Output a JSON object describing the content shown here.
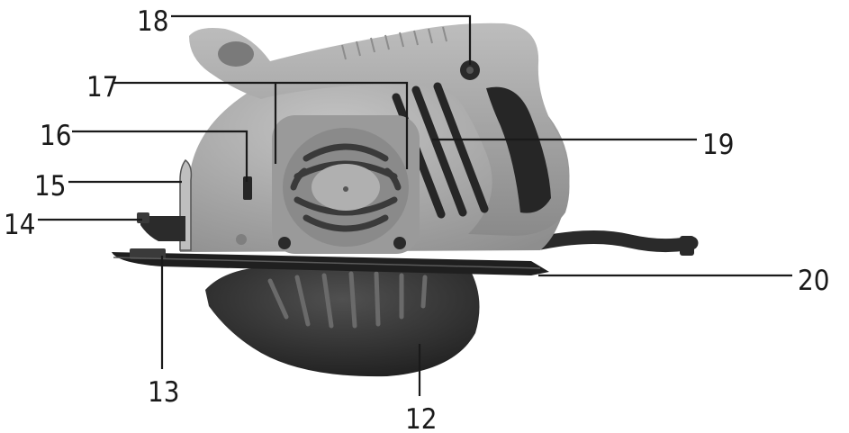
{
  "callouts": {
    "c12": "12",
    "c13": "13",
    "c14": "14",
    "c15": "15",
    "c16": "16",
    "c17": "17",
    "c18": "18",
    "c19": "19",
    "c20": "20"
  },
  "colors": {
    "body_grey": "#a9a9a9",
    "dark_grey": "#8f8f8f",
    "rubber_black": "#262626",
    "vent_grey": "#9c9c9c",
    "guard_black": "#2b2b2b",
    "base_metal": "#1f1f1f",
    "line": "#1a1a1a"
  }
}
